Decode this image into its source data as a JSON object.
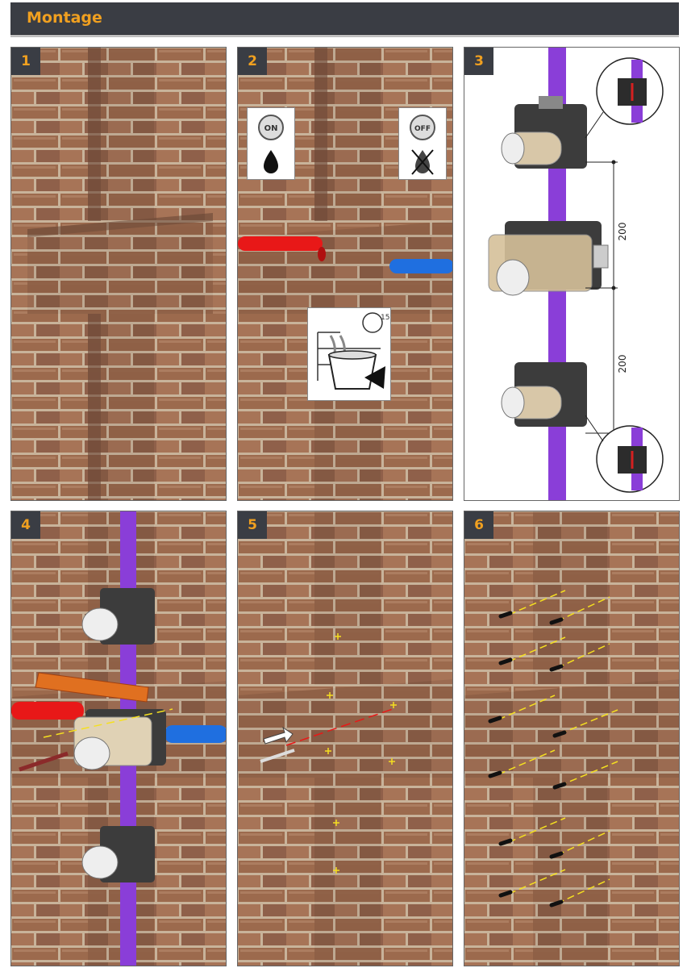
{
  "header": {
    "title": "Montage"
  },
  "panels": [
    {
      "number": "1"
    },
    {
      "number": "2",
      "on_label": "ON",
      "off_label": "OFF",
      "timer_label": "15."
    },
    {
      "number": "3",
      "dimension_top": "200",
      "dimension_bottom": "200"
    },
    {
      "number": "4"
    },
    {
      "number": "5"
    },
    {
      "number": "6"
    }
  ],
  "colors": {
    "header_bg": "#3a3d44",
    "accent": "#f0a020",
    "brick": "#9a6a4e",
    "mortar": "#c9b7a1",
    "pipe_red": "#e81818",
    "pipe_blue": "#1f6fe0",
    "pipe_purple": "#8a3ed8"
  }
}
